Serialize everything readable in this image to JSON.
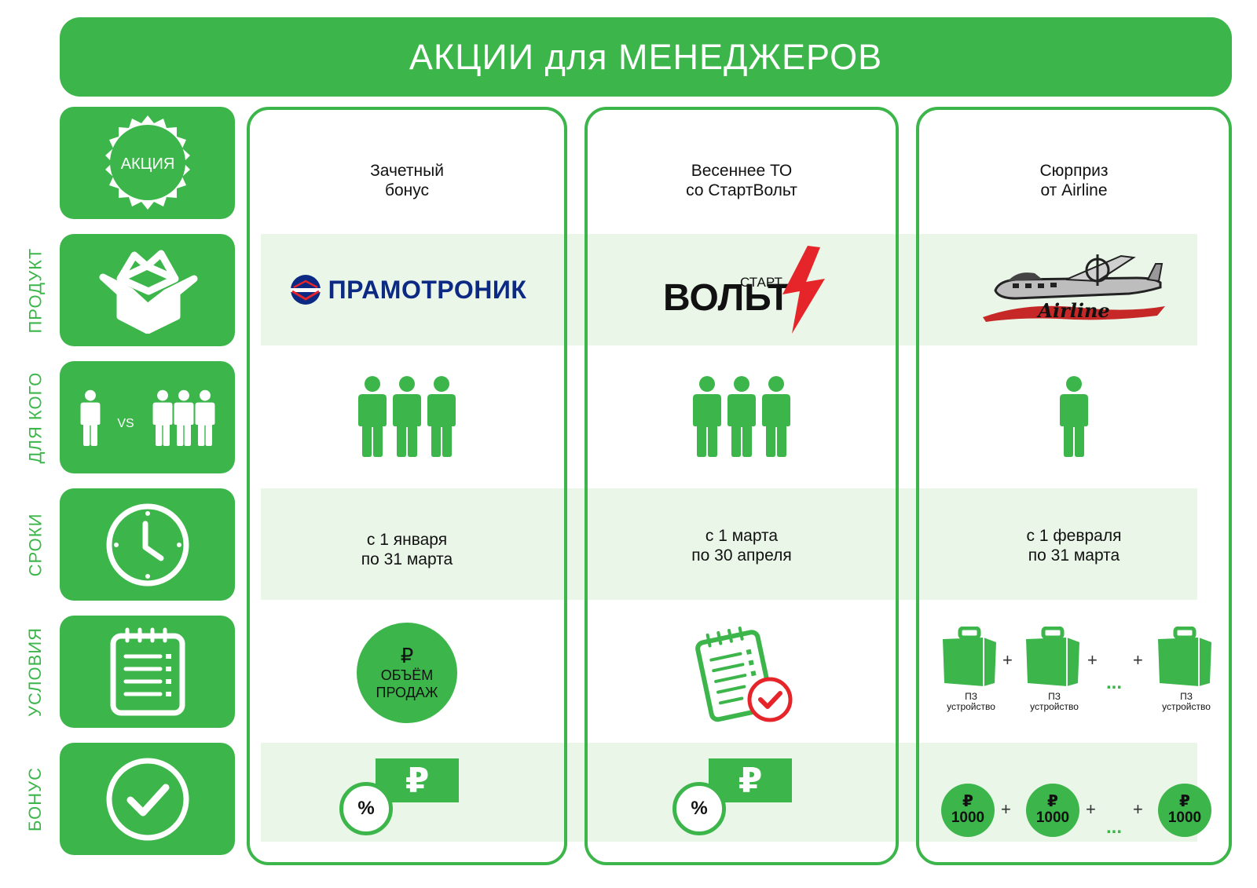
{
  "header": {
    "title": "АКЦИИ для МЕНЕДЖЕРОВ"
  },
  "rows": {
    "promo_badge": "АКЦИЯ",
    "product": "ПРОДУКТ",
    "for_whom": "ДЛЯ КОГО",
    "for_whom_vs": "VS",
    "dates": "СРОКИ",
    "conditions": "УСЛОВИЯ",
    "bonus": "БОНУС"
  },
  "columns": [
    {
      "title_line1": "Зачетный",
      "title_line2": "бонус",
      "product_logo": "ПРАМОТРОНИК",
      "audience": "group",
      "dates_line1": "с 1 января",
      "dates_line2": "по 31 марта",
      "condition_symbol": "₽",
      "condition_line1": "ОБЪЁМ",
      "condition_line2": "ПРОДАЖ",
      "bonus_symbol": "₽",
      "bonus_percent": "%"
    },
    {
      "title_line1": "Весеннее ТО",
      "title_line2": "со СтартВольт",
      "product_logo_top": "СТАРТ",
      "product_logo_main": "ВОЛЬТ",
      "audience": "group",
      "dates_line1": "с 1 марта",
      "dates_line2": "по 30 апреля",
      "condition_icon": "checklist-check-icon",
      "bonus_symbol": "₽",
      "bonus_percent": "%"
    },
    {
      "title_line1": "Сюрприз",
      "title_line2": "от Airline",
      "product_logo": "Airline",
      "audience": "single",
      "dates_line1": "с 1 февраля",
      "dates_line2": "по 31 марта",
      "device_label_line1": "ПЗ",
      "device_label_line2": "устройство",
      "plus": "+",
      "dots": "...",
      "coin_symbol": "₽",
      "coin_value": "1000"
    }
  ],
  "colors": {
    "green": "#3cb64a",
    "band": "#eaf6e8",
    "red": "#e5252a",
    "navy": "#0c2a83"
  }
}
